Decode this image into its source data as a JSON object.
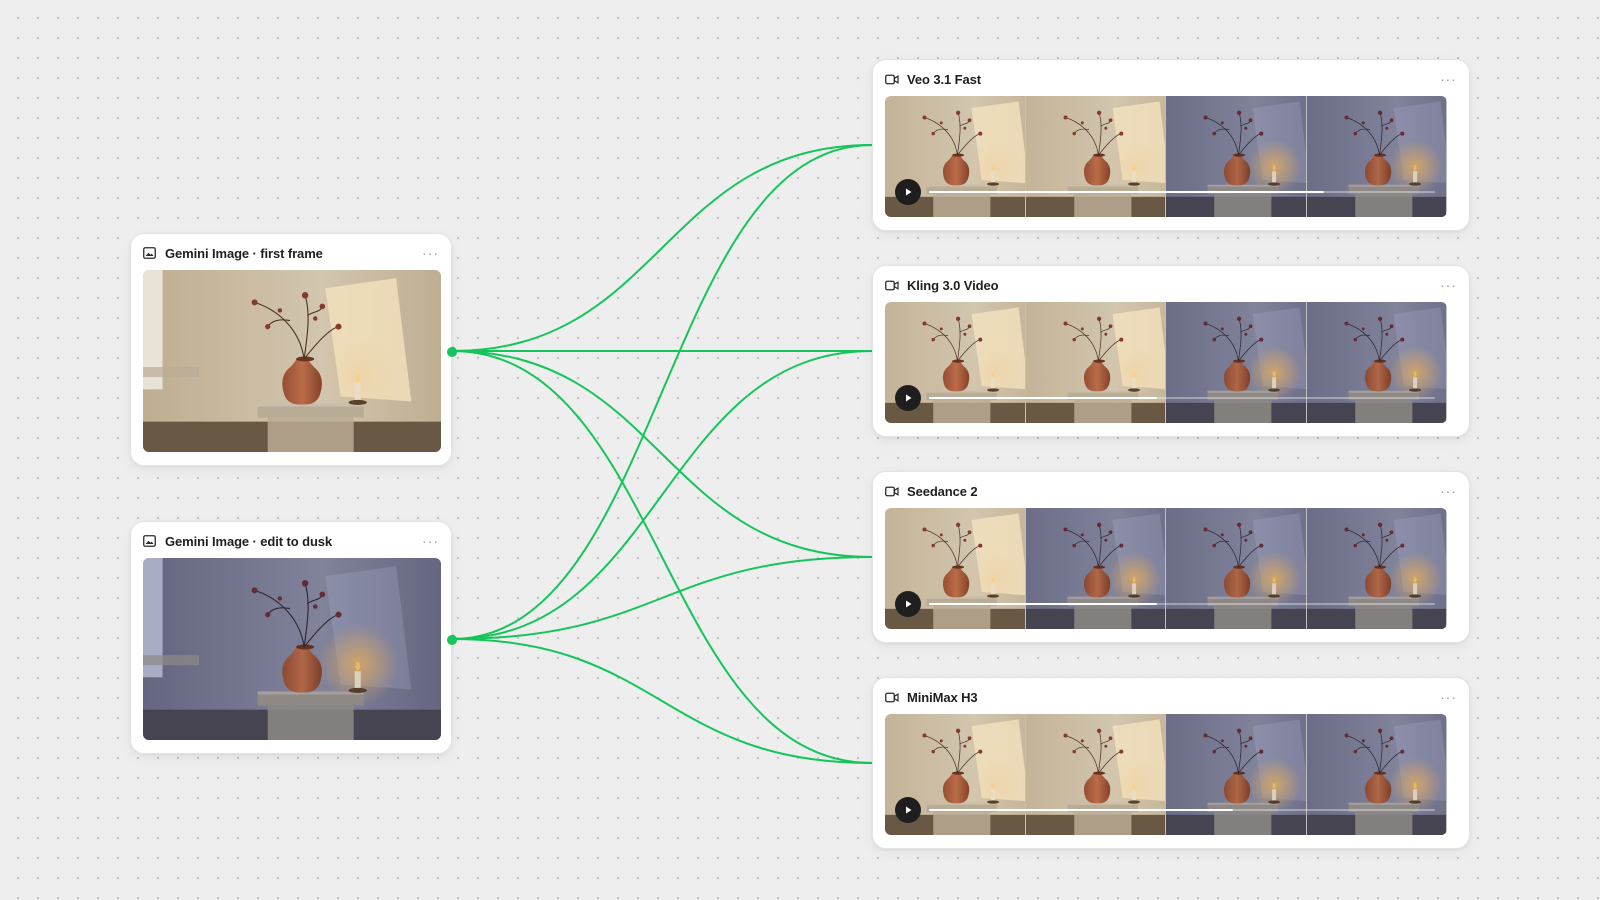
{
  "colors": {
    "edge": "#16c55a",
    "canvas": "#eeeeee",
    "card": "#ffffff"
  },
  "image_nodes": [
    {
      "title": "Gemini Image · first frame",
      "icon": "image-icon",
      "menu": "···",
      "tone": "warm"
    },
    {
      "title": "Gemini Image · edit to dusk",
      "icon": "image-icon",
      "menu": "···",
      "tone": "dusk"
    }
  ],
  "video_nodes": [
    {
      "title": "Veo 3.1 Fast",
      "icon": "video-icon",
      "menu": "···",
      "progress": 0.78,
      "frames": [
        "warm",
        "warm",
        "dusk",
        "dusk"
      ]
    },
    {
      "title": "Kling 3.0 Video",
      "icon": "video-icon",
      "menu": "···",
      "progress": 0.45,
      "frames": [
        "warm",
        "warm",
        "dusk",
        "dusk"
      ]
    },
    {
      "title": "Seedance 2",
      "icon": "video-icon",
      "menu": "···",
      "progress": 0.45,
      "frames": [
        "warm",
        "dusk",
        "dusk",
        "dusk"
      ]
    },
    {
      "title": "MiniMax H3",
      "icon": "video-icon",
      "menu": "···",
      "progress": 0.6,
      "frames": [
        "warm",
        "warm",
        "dusk",
        "dusk"
      ]
    }
  ],
  "connections": [
    {
      "from": 0,
      "to": 0
    },
    {
      "from": 0,
      "to": 1
    },
    {
      "from": 0,
      "to": 2
    },
    {
      "from": 0,
      "to": 3
    },
    {
      "from": 1,
      "to": 0
    },
    {
      "from": 1,
      "to": 1
    },
    {
      "from": 1,
      "to": 2
    },
    {
      "from": 1,
      "to": 3
    }
  ]
}
